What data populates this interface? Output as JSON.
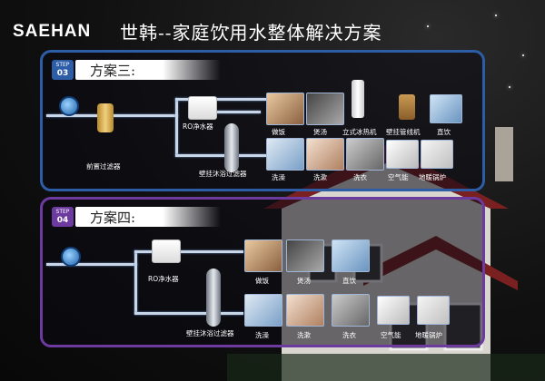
{
  "brand": {
    "logo": "SAEHAN"
  },
  "title": "世韩--家庭饮用水整体解决方案",
  "plan3": {
    "step_label": "STEP",
    "step_num": "03",
    "heading": "方案三:",
    "ro_label": "RO净水器",
    "pre_filter_label": "前置过滤器",
    "shower_filter_label": "壁挂沐浴过滤器",
    "top_items": [
      "做饭",
      "煲汤",
      "立式冰热机",
      "壁挂管线机",
      "直饮"
    ],
    "bottom_items": [
      "洗澡",
      "洗漱",
      "洗衣",
      "空气能",
      "地暖锅炉"
    ]
  },
  "plan4": {
    "step_label": "STEP",
    "step_num": "04",
    "heading": "方案四:",
    "ro_label": "RO净水器",
    "shower_filter_label": "壁挂沐浴过滤器",
    "top_items": [
      "做饭",
      "煲汤",
      "直饮"
    ],
    "bottom_items": [
      "洗澡",
      "洗漱",
      "洗衣",
      "空气能",
      "地暖锅炉"
    ]
  },
  "colors": {
    "plan3_border": "#2e5da8",
    "plan4_border": "#6d3aa0",
    "pipe": "#c8d6e8"
  }
}
